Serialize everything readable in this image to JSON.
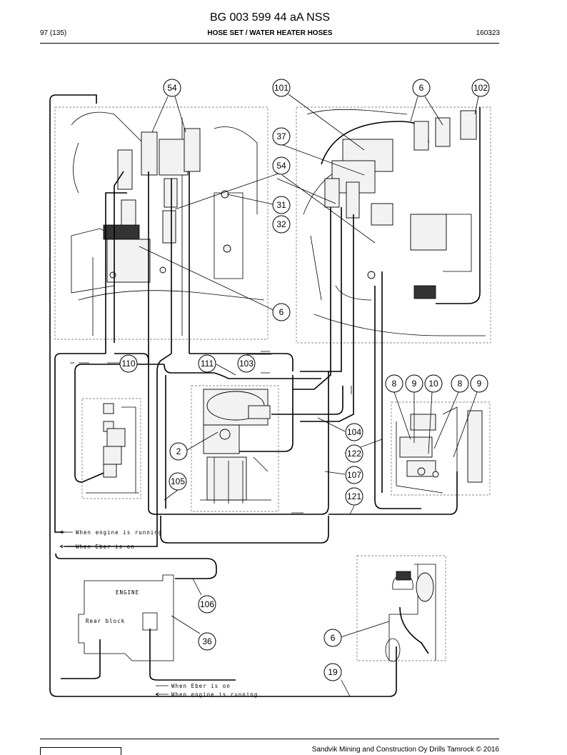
{
  "header": {
    "doc_id": "BG 003 599 44 aA NSS",
    "page": "97 (135)",
    "section_title": "HOSE SET / WATER HEATER HOSES",
    "code": "160323"
  },
  "callouts": [
    "54",
    "101",
    "6",
    "102",
    "37",
    "54",
    "31",
    "32",
    "6",
    "110",
    "111",
    "103",
    "8",
    "9",
    "10",
    "8",
    "9",
    "104",
    "2",
    "122",
    "105",
    "107",
    "121",
    "106",
    "36",
    "6",
    "19"
  ],
  "drawing_labels": {
    "engine": "ENGINE",
    "rear_block": "Rear block"
  },
  "notes": {
    "engine_running_1": "When engine is running",
    "eber_on_1": "When Eber is on",
    "eber_on_2": "When Eber is on",
    "engine_running_2": "When engine is running"
  },
  "footer": {
    "copyright": "Sandvik Mining and Construction Oy Drills Tamrock © 2016"
  }
}
